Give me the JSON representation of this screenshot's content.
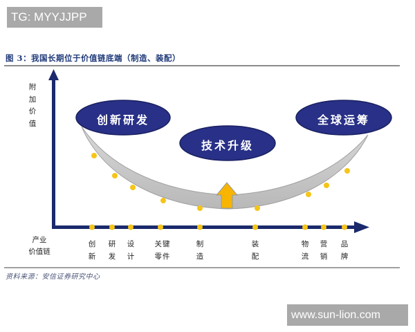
{
  "watermarks": {
    "top": "TG: MYYJJPP",
    "bottom": "www.sun-lion.com"
  },
  "figure": {
    "title": "图 3：我国长期位于价值链底端（制造、装配）",
    "source": "资料来源：安信证券研究中心"
  },
  "chart_data": {
    "type": "diagram",
    "title": "我国长期位于价值链底端（制造、装配）",
    "ylabel": "附加价值",
    "xlabel": "产业价值链",
    "x_stages": [
      "创新",
      "研发",
      "设计",
      "关键零件",
      "制造",
      "装配",
      "物流",
      "营销",
      "品牌"
    ],
    "curve": "smile curve (U-shape): high value at both ends, lowest at 制造/装配",
    "bubbles": [
      "创新研发",
      "技术升级",
      "全球运筹"
    ],
    "annotation": "upward arrow at curve bottom indicating technology upgrading",
    "colors": {
      "axis": "#1a2a6c",
      "bubble": "#283087",
      "curve_fill": "#c4c4c4",
      "dots": "#f5c518",
      "arrow": "#f7b500"
    }
  },
  "axis": {
    "y_label": [
      "附",
      "加",
      "价",
      "值"
    ],
    "x_head": [
      "产业",
      "价值链"
    ],
    "stages": [
      {
        "l1": "创",
        "l2": "新"
      },
      {
        "l1": "研",
        "l2": "发"
      },
      {
        "l1": "设",
        "l2": "计"
      },
      {
        "l1": "关键",
        "l2": "零件"
      },
      {
        "l1": "制",
        "l2": "造"
      },
      {
        "l1": "装",
        "l2": "配"
      },
      {
        "l1": "物",
        "l2": "流"
      },
      {
        "l1": "营",
        "l2": "销"
      },
      {
        "l1": "品",
        "l2": "牌"
      }
    ]
  },
  "bubbles": {
    "left": "创新研发",
    "center": "技术升级",
    "right": "全球运筹"
  }
}
